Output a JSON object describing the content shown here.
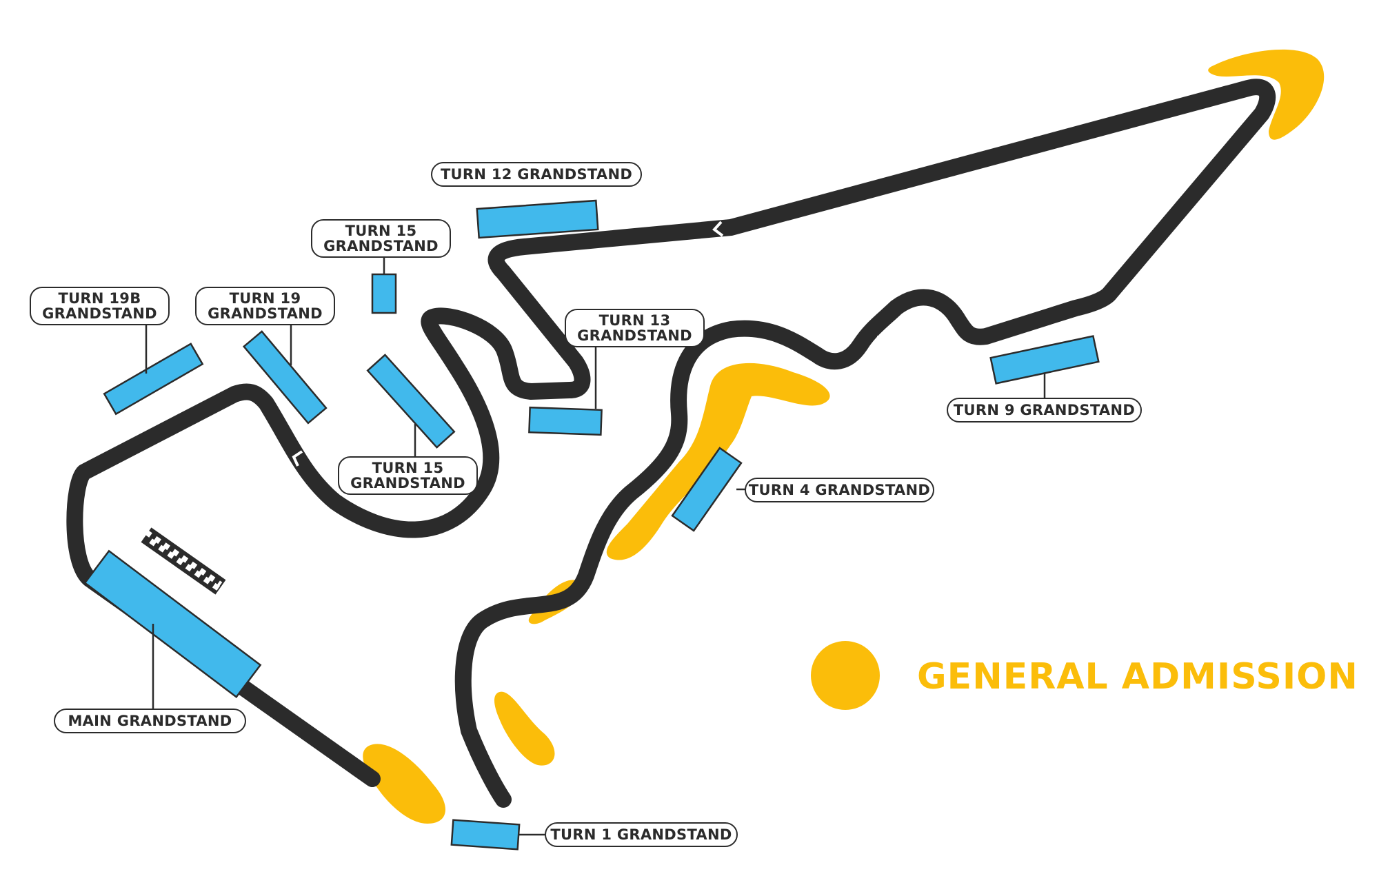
{
  "colors": {
    "track": "#2b2b2b",
    "grandstand": "#41b9ec",
    "general_admission": "#fbbd0a",
    "label_border": "#2b2b2b",
    "background": "#ffffff"
  },
  "grandstands": {
    "turn_12": "TURN 12 GRANDSTAND",
    "turn_15_top": "TURN 15\nGRANDSTAND",
    "turn_19b": "TURN 19B\nGRANDSTAND",
    "turn_19": "TURN 19\nGRANDSTAND",
    "turn_13": "TURN 13\nGRANDSTAND",
    "turn_15_bottom": "TURN 15\nGRANDSTAND",
    "turn_9": "TURN 9 GRANDSTAND",
    "turn_4": "TURN 4 GRANDSTAND",
    "main": "MAIN GRANDSTAND",
    "turn_1": "TURN 1 GRANDSTAND"
  },
  "legend": {
    "general_admission": "GENERAL ADMISSION"
  }
}
